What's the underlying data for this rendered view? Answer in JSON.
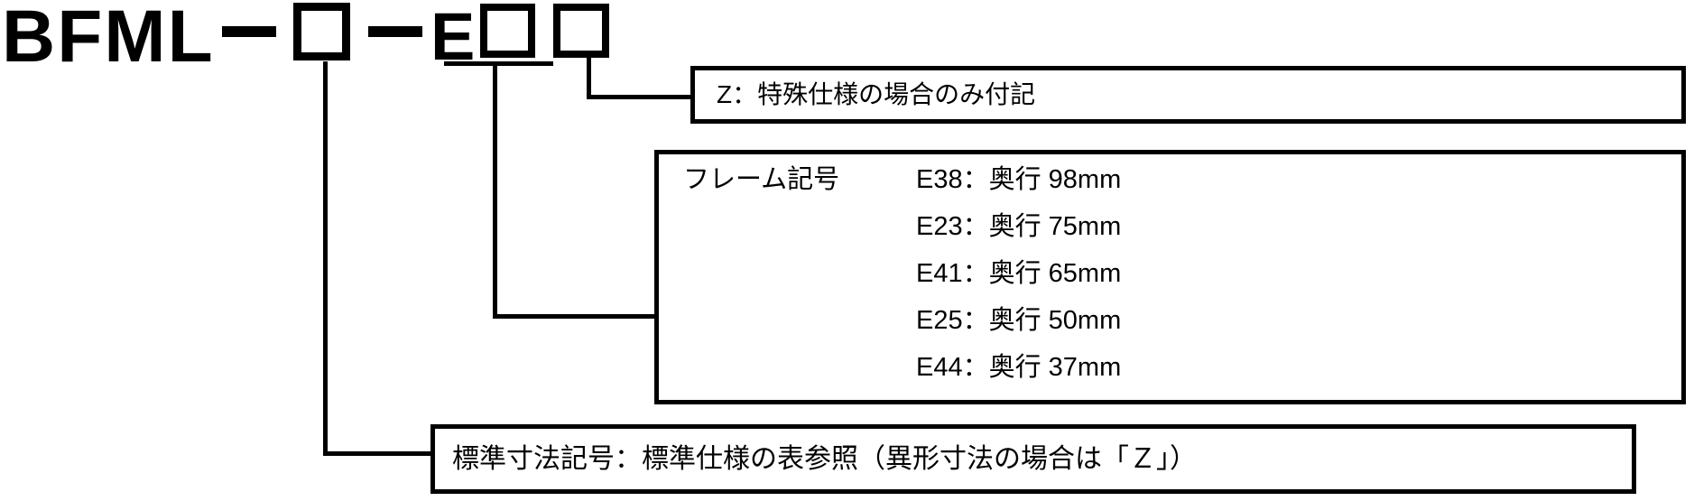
{
  "diagram": {
    "model_code": {
      "prefix": "BFML",
      "frame_letter": "E"
    },
    "suffix_note_box": {
      "text": "Z：特殊仕様の場合のみ付記"
    },
    "frame_box": {
      "label": "フレーム記号",
      "rows": [
        "E38：奥行 98mm",
        "E23：奥行 75mm",
        "E41：奥行 65mm",
        "E25：奥行 50mm",
        "E44：奥行 37mm"
      ]
    },
    "standard_box": {
      "text": "標準寸法記号：標準仕様の表参照（異形寸法の場合は「Ｚ」）"
    },
    "colors": {
      "foreground": "#000000",
      "background": "#ffffff"
    }
  }
}
